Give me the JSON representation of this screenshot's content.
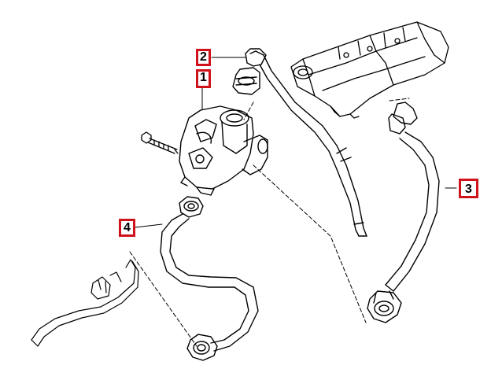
{
  "diagram": {
    "callouts": [
      {
        "id": "c2",
        "number": "2"
      },
      {
        "id": "c1",
        "number": "1"
      },
      {
        "id": "c3",
        "number": "3"
      },
      {
        "id": "c4",
        "number": "4"
      }
    ],
    "colors": {
      "callout_border": "#d0121b",
      "line": "#000000",
      "background": "#ffffff"
    }
  }
}
